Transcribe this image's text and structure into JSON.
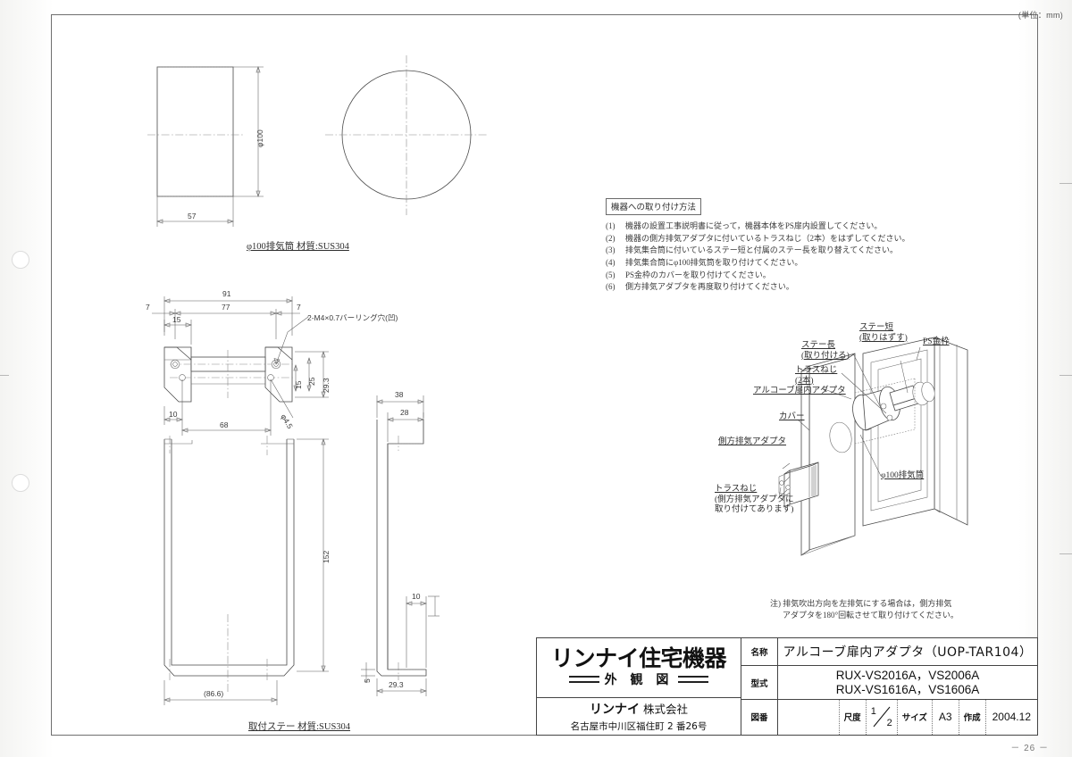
{
  "sheet": {
    "unit_note": "(単位：mm)",
    "page_number": "－ 26 －"
  },
  "views": {
    "exhaust_pipe": {
      "caption": "φ100排気筒  材質:SUS304",
      "dims": {
        "width": "57",
        "diameter": "φ100"
      }
    },
    "stay_top": {
      "dims": {
        "d91": "91",
        "d77": "77",
        "d7a": "7",
        "d7b": "7",
        "d15a": "15",
        "d10": "10",
        "d68": "68",
        "d15b": "15",
        "d25": "25",
        "d293": "29.3"
      },
      "callout_hole": "2-M4×0.7バーリング穴(凹)",
      "callout_dia": "φ4.5"
    },
    "stay_front": {
      "dims": {
        "h152": "152",
        "w866": "(86.6)"
      }
    },
    "stay_side": {
      "dims": {
        "d38": "38",
        "d28": "28",
        "d10": "10",
        "d5": "5",
        "d293": "29.3"
      }
    },
    "stay_caption": "取付ステー  材質:SUS304"
  },
  "instructions": {
    "header": "機器への取り付け方法",
    "items": [
      {
        "num": "(1)",
        "text": "機器の設置工事説明書に従って，機器本体をPS扉内設置してください。"
      },
      {
        "num": "(2)",
        "text": "機器の側方排気アダプタに付いているトラスねじ（2本）をはずしてください。"
      },
      {
        "num": "(3)",
        "text": "排気集合筒に付いているステー短と付属のステー長を取り替えてください。"
      },
      {
        "num": "(4)",
        "text": "排気集合筒にφ100排気筒を取り付けてください。"
      },
      {
        "num": "(5)",
        "text": "PS金枠のカバーを取り付けてください。"
      },
      {
        "num": "(6)",
        "text": "側方排気アダプタを再度取り付けてください。"
      }
    ]
  },
  "isometric": {
    "labels": {
      "stay_short": "ステー短",
      "stay_short_sub": "(取りはずす)",
      "ps_frame": "PS金枠",
      "stay_long": "ステー長",
      "stay_long_sub": "(取り付ける)",
      "truss_screw": "トラスねじ",
      "truss_screw_sub": "(2本)",
      "alcove_adapter": "アルコーブ扉内アダプタ",
      "cover": "カバー",
      "side_exhaust_adapter": "側方排気アダプタ",
      "truss_screw2": "トラスねじ",
      "truss_screw2_sub1": "(側方排気アダプタに",
      "truss_screw2_sub2": "取り付けてあります)",
      "exhaust_pipe": "φ100排気筒"
    },
    "note_line1": "注) 排気吹出方向を左排気にする場合は，側方排気",
    "note_line2": "アダプタを180°回転させて取り付けてください。"
  },
  "title_block": {
    "logo_main": "リンナイ住宅機器",
    "logo_sub": "外 観 図",
    "corp_name_bold": "リンナイ",
    "corp_name_rest": "株式会社",
    "corp_address": "名古屋市中川区福住町 2 番26号",
    "rows": {
      "name_key": "名称",
      "name_value": "アルコーブ扉内アダプタ（UOP-TAR104）",
      "model_key": "型式",
      "model_value_1": "RUX-VS2016A，VS2006A",
      "model_value_2": "RUX-VS1616A，VS1606A",
      "zuban_key": "図番",
      "zuban_value": "",
      "scale_key": "尺度",
      "scale_num": "1",
      "scale_den": "2",
      "size_key": "サイズ",
      "size_value": "A3",
      "created_key": "作成",
      "created_value": "2004.12"
    }
  }
}
